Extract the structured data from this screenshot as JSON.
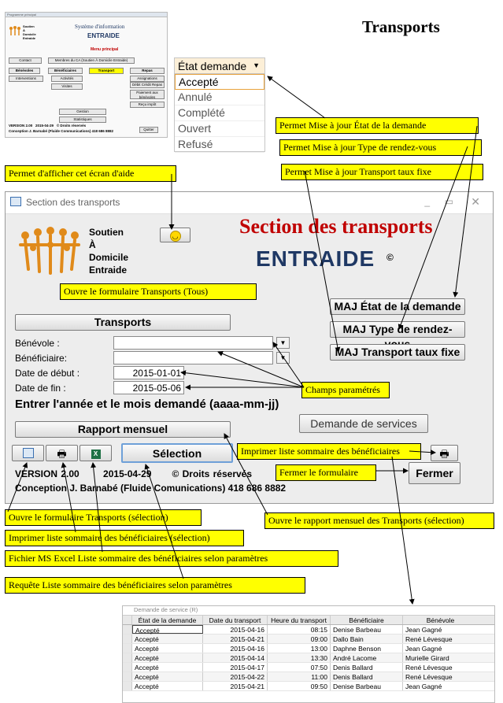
{
  "page_title": "Transports",
  "thumbnail": {
    "bar_text": "Programme principal",
    "org": [
      "Soutien",
      "À",
      "Domicile",
      "Entraide"
    ],
    "system_title": "Système d'information",
    "brand": "ENTRAIDE",
    "menu_title": "Menu principal",
    "contact": "Contact",
    "members": "Membres du CA (Soutien À Domicile Entraide)",
    "benevoles": "Bénévoles",
    "beneficiaires": "Bénéficiaires",
    "transport": "Transport",
    "repas": "Repas",
    "interventions": "Interventions",
    "activites": "Activités",
    "visites": "Visites",
    "assignations": "Assignations",
    "debit_credit": "Débit Crédit Repas",
    "paiement": "Paiement aux bénévoles",
    "recu": "Reçu impôt",
    "gestion": "Gestion",
    "statistiques": "Statistiques",
    "version": "VERSION 2.00",
    "date": "2015-04-29",
    "rights": "© Droits réservés",
    "conception": "Conception J. Barnabé (Fluide Communications) 418 686 8882",
    "quitter": "Quitter"
  },
  "dropdown": {
    "header": "État demande",
    "items": [
      "Accepté",
      "Annulé",
      "Complété",
      "Ouvert",
      "Refusé"
    ]
  },
  "callouts": {
    "maj_etat": "Permet Mise à jour État de la demande",
    "maj_type": "Permet Mise à jour Type de rendez-vous",
    "maj_taux": "Permet Mise à jour Transport taux fixe",
    "aide": "Permet d'afficher cet écran d'aide",
    "ouvre_tous": "Ouvre le formulaire Transports (Tous)",
    "champs": "Champs paramétrés",
    "imprimer_benef": "Imprimer liste sommaire des bénéficiaires",
    "fermer": "Fermer le formulaire",
    "ouvre_selection": "Ouvre le formulaire Transports (sélection)",
    "imprimer_selection": "Imprimer liste sommaire des bénéficiaires (sélection)",
    "excel": "Fichier MS Excel Liste sommaire des bénéficiaires selon paramètres",
    "requete": "Requête Liste sommaire des bénéficiaires selon paramètres",
    "rapport": "Ouvre le rapport mensuel des Transports (sélection)"
  },
  "form": {
    "window_title": "Section des transports",
    "org": [
      "Soutien",
      "À",
      "Domicile",
      "Entraide"
    ],
    "section_title": "Section des transports",
    "brand": "ENTRAIDE",
    "copyright": "©",
    "btn_maj_etat": "MAJ État de la demande",
    "btn_maj_type": "MAJ Type de rendez-vous",
    "btn_maj_taux": "MAJ Transport taux fixe",
    "btn_transports": "Transports",
    "lbl_benevole": "Bénévole :",
    "lbl_beneficiaire": "Bénéficiaire:",
    "lbl_debut": "Date de début :",
    "lbl_fin": "Date de fin :",
    "val_debut": "2015-01-01",
    "val_fin": "2015-05-06",
    "hint": "Entrer l'année et le mois demandé (aaaa-mm-jj)",
    "btn_rapport": "Rapport mensuel",
    "btn_demande": "Demande de services",
    "btn_selection": "Sélection",
    "btn_fermer": "Fermer",
    "version": "VERSION 2.00",
    "date": "2015-04-29",
    "rights": "© Droits réservés",
    "conception": "Conception J. Barnabé (Fluide Comunications) 418 686 8882"
  },
  "table": {
    "title": "Demande de service (R)",
    "headers": [
      "État de la demande",
      "Date du transport",
      "Heure du transport",
      "Bénéficiaire",
      "Bénévole"
    ],
    "rows": [
      [
        "Accepté",
        "2015-04-16",
        "08:15",
        "Denise Barbeau",
        "Jean Gagné"
      ],
      [
        "Accepté",
        "2015-04-21",
        "09:00",
        "Dallo Bain",
        "René Lévesque"
      ],
      [
        "Accepté",
        "2015-04-16",
        "13:00",
        "Daphne Benson",
        "Jean Gagné"
      ],
      [
        "Accepté",
        "2015-04-14",
        "13:30",
        "André Lacome",
        "Murielle Girard"
      ],
      [
        "Accepté",
        "2015-04-17",
        "07:50",
        "Denis Ballard",
        "René Lévesque"
      ],
      [
        "Accepté",
        "2015-04-22",
        "11:00",
        "Denis Ballard",
        "René Lévesque"
      ],
      [
        "Accepté",
        "2015-04-21",
        "09:50",
        "Denise Barbeau",
        "Jean Gagné"
      ]
    ]
  },
  "colors": {
    "callout": "#ffff00",
    "title_red": "#c00000",
    "brand_blue": "#1f3864"
  },
  "icons": [
    "smiley-icon",
    "form-icon",
    "printer-icon",
    "excel-icon",
    "dropdown-arrow-icon"
  ]
}
